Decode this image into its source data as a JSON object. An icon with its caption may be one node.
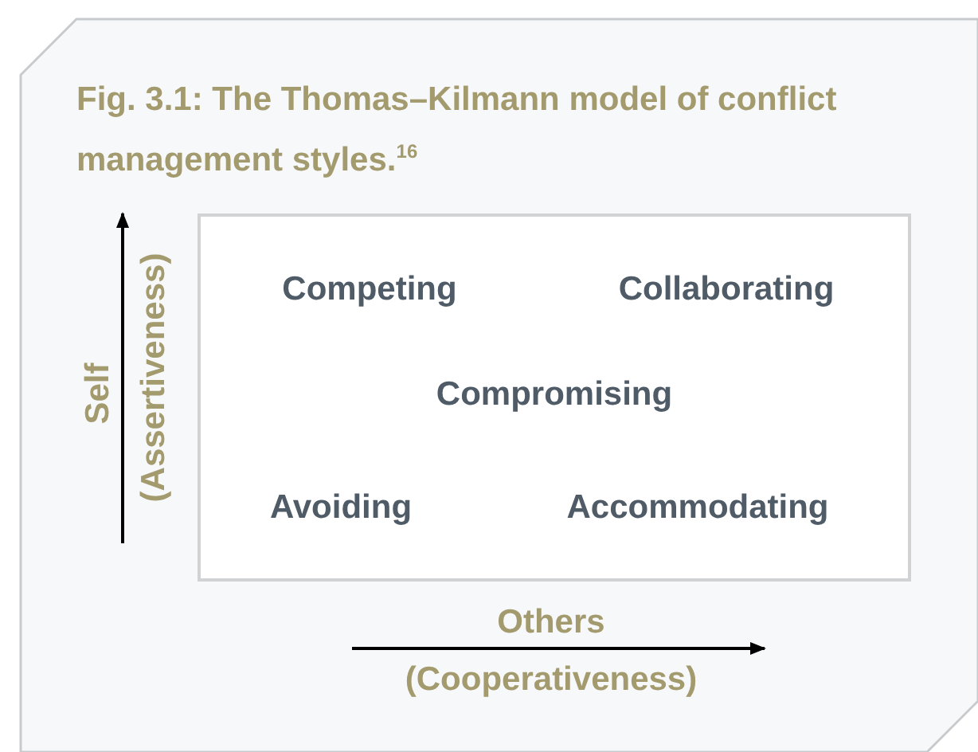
{
  "diagram": {
    "title": "Fig. 3.1: The Thomas–Kilmann model of conflict management styles.$^{16}$",
    "nodes": [
      {
        "text": [
          "Competing",
          "Collaborating",
          "Compromising",
          "Avoiding",
          "Accommodating"
        ]
      }
    ],
    "labels": [
      "Self",
      "(Assertiveness)",
      "Others",
      "(Cooperativeness)"
    ]
  }
}
